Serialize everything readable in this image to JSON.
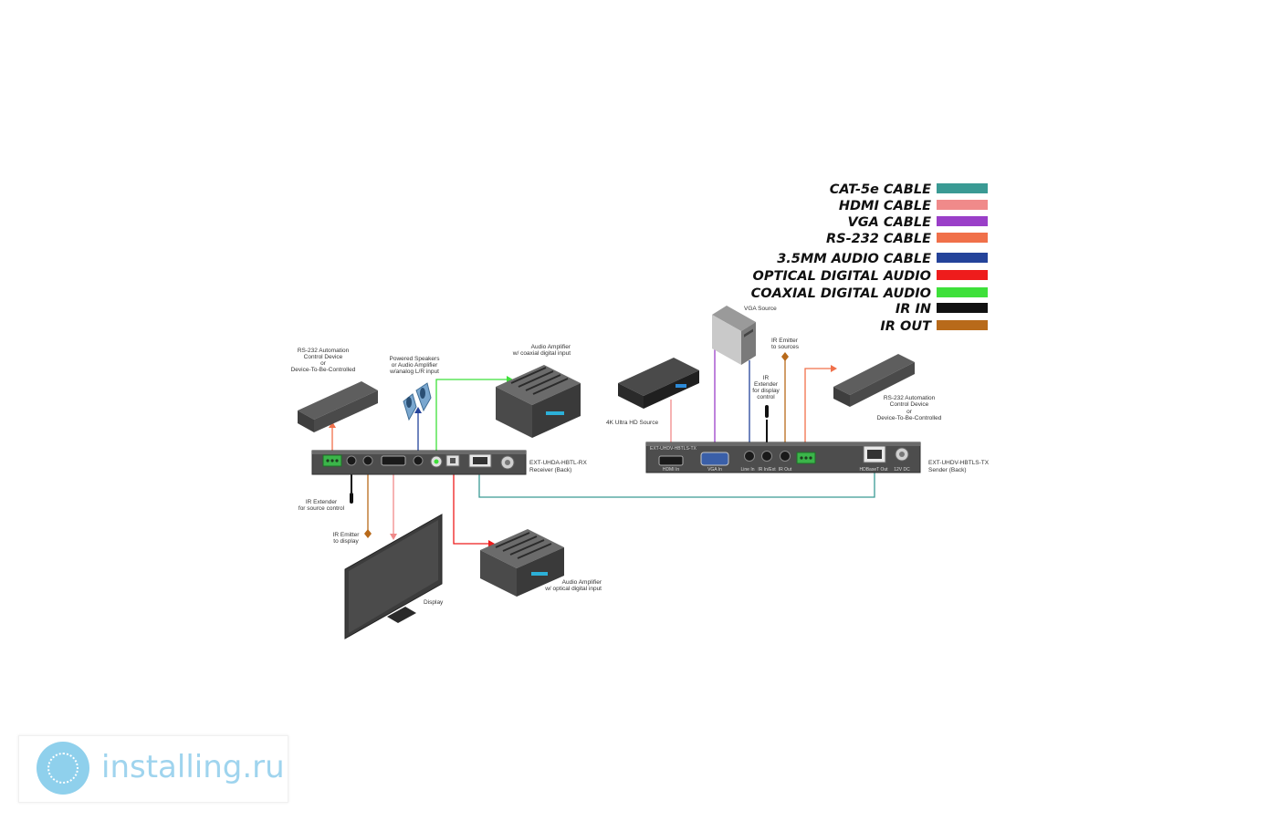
{
  "legend": [
    {
      "label": "CAT-5e CABLE",
      "color": "#3a9a94"
    },
    {
      "label": "HDMI CABLE",
      "color": "#f08a8a"
    },
    {
      "label": "VGA CABLE",
      "color": "#9a3fc8"
    },
    {
      "label": "RS-232 CABLE",
      "color": "#f0704a"
    },
    {
      "label": "3.5MM AUDIO CABLE",
      "color": "#24439a"
    },
    {
      "label": "OPTICAL DIGITAL AUDIO",
      "color": "#ee1c1c"
    },
    {
      "label": "COAXIAL DIGITAL AUDIO",
      "color": "#3ee03a"
    },
    {
      "label": "IR IN",
      "color": "#111111"
    },
    {
      "label": "IR OUT",
      "color": "#b86a1a"
    }
  ],
  "labels": {
    "rs232_left": [
      "RS-232 Automation",
      "Control Device",
      "or",
      "Device-To-Be-Controlled"
    ],
    "speakers": [
      "Powered Speakers",
      "or Audio Amplifier",
      "w/analog L/R input"
    ],
    "amp_coax": [
      "Audio Amplifier",
      "w/ coaxial digital input"
    ],
    "rx_device": [
      "EXT-UHDA-HBTL-RX",
      "Receiver (Back)"
    ],
    "ir_ext_source": [
      "IR Extender",
      "for source control"
    ],
    "ir_emitter_display": [
      "IR Emitter",
      "to display"
    ],
    "display": "Display",
    "amp_optical": [
      "Audio Amplifier",
      "w/ optical digital input"
    ],
    "vga_source": "VGA Source",
    "uhd_source": "4K Ultra HD Source",
    "ir_emitter_sources": [
      "IR Emitter",
      "to sources"
    ],
    "ir_ext_display": [
      "IR",
      "Extender",
      "for display",
      "control"
    ],
    "rs232_right": [
      "RS-232 Automation",
      "Control Device",
      "or",
      "Device-To-Be-Controlled"
    ],
    "tx_device": [
      "EXT-UHDV-HBTLS-TX",
      "Sender (Back)"
    ],
    "tx_ports": [
      "HDMI In",
      "VGA In",
      "Line In",
      "IR In/Ext",
      "IR Out",
      "HDBaseT Out",
      "12V DC"
    ],
    "tx_model_small": "EXT-UHDV-HBTLS-TX"
  },
  "watermark": {
    "text": "installing.ru"
  }
}
